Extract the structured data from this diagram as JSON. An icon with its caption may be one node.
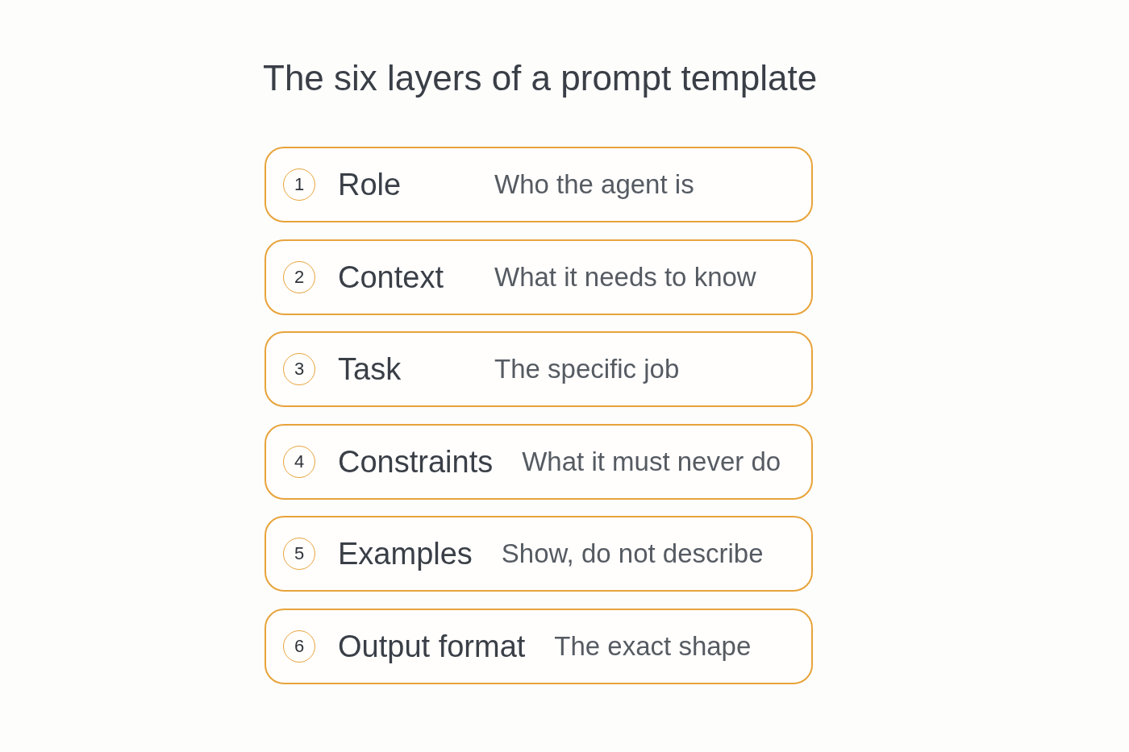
{
  "diagram": {
    "title": "The six layers of a prompt template",
    "nodes": [
      {
        "text": [
          "Role",
          "Who the agent is"
        ]
      },
      {
        "text": [
          "1"
        ],
        "in": 0
      },
      {
        "text": [
          "Context",
          "What it needs to know"
        ]
      },
      {
        "text": [
          "2"
        ],
        "in": 2
      },
      {
        "text": [
          "Task",
          "The specific job"
        ]
      },
      {
        "text": [
          "3"
        ],
        "in": 4
      },
      {
        "text": [
          "Constraints",
          "What it must never do"
        ]
      },
      {
        "text": [
          "4"
        ],
        "in": 6
      },
      {
        "text": [
          "Examples",
          "Show, do not describe"
        ]
      },
      {
        "text": [
          "5"
        ],
        "in": 8
      },
      {
        "text": [
          "Output format",
          "The exact shape"
        ]
      },
      {
        "text": [
          "6"
        ],
        "in": 10
      }
    ]
  }
}
